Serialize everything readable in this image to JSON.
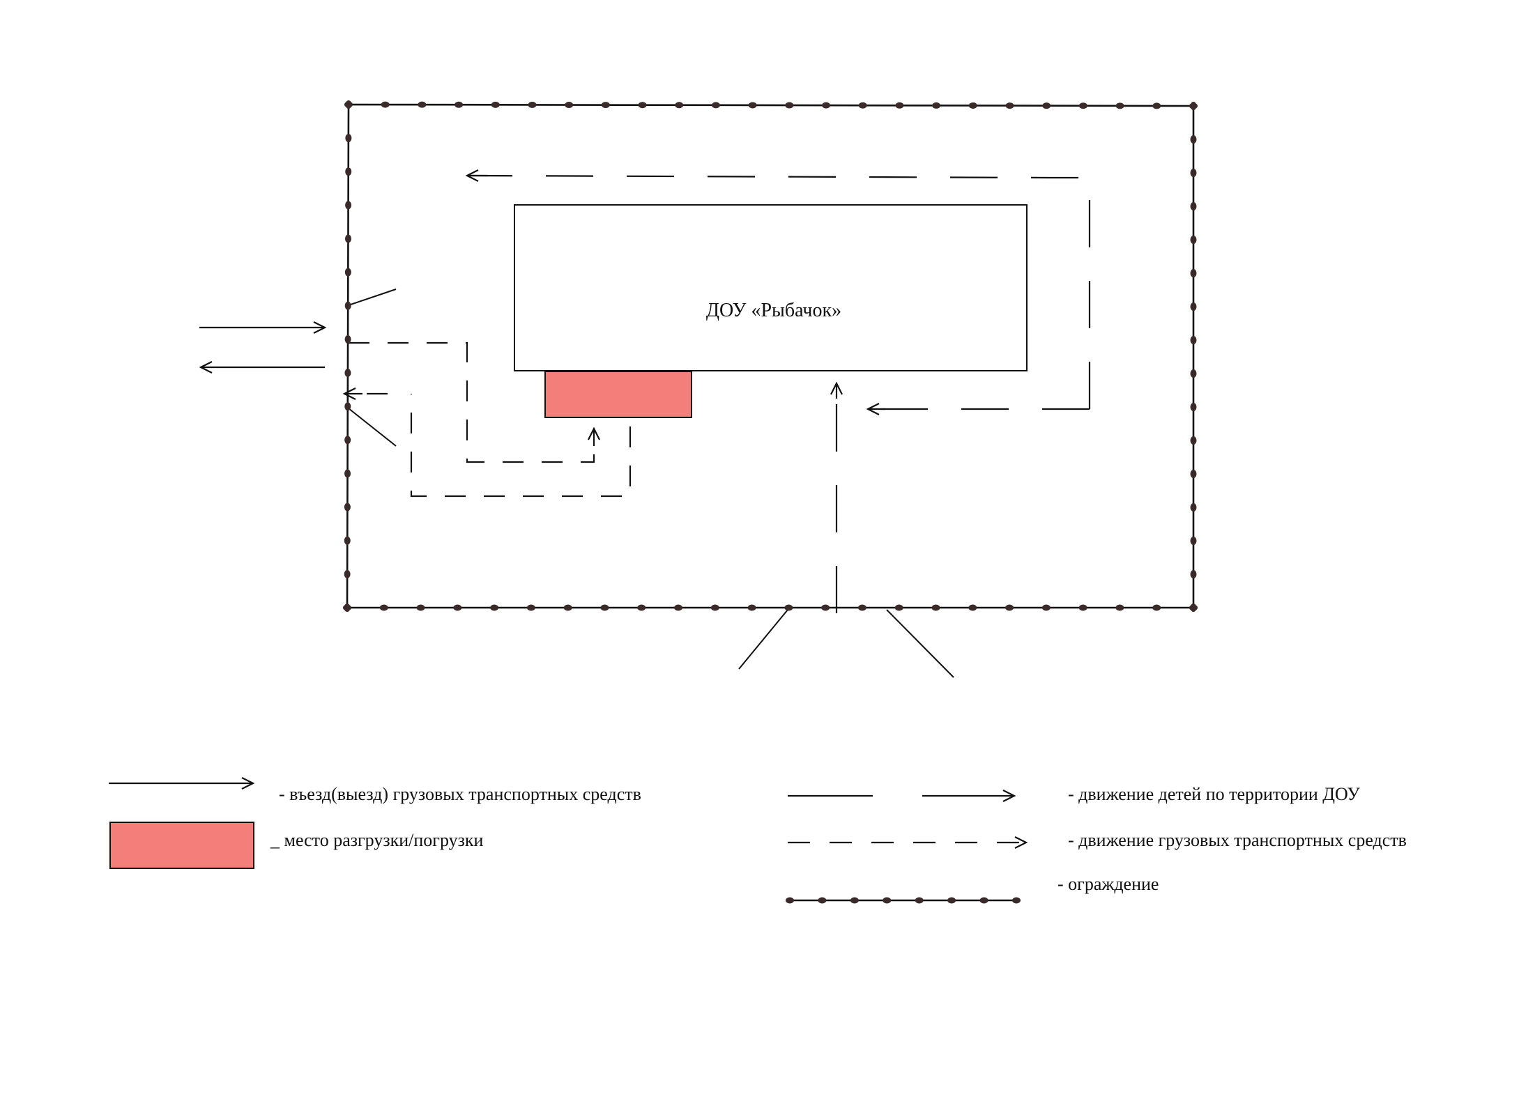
{
  "building": {
    "name": "ДОУ «Рыбачок»"
  },
  "legend": {
    "vehicle_entry": "- въезд(выезд) грузовых транспортных средств",
    "unloading_area": "_ место разгрузки/погрузки",
    "children_movement": "- движение детей по территории ДОУ",
    "truck_movement": "- движение грузовых транспортных средств",
    "fence": "- ограждение"
  },
  "colors": {
    "unloading_fill": "#f47f7a",
    "line": "#111111",
    "fence_dot": "#3a2a2a"
  }
}
